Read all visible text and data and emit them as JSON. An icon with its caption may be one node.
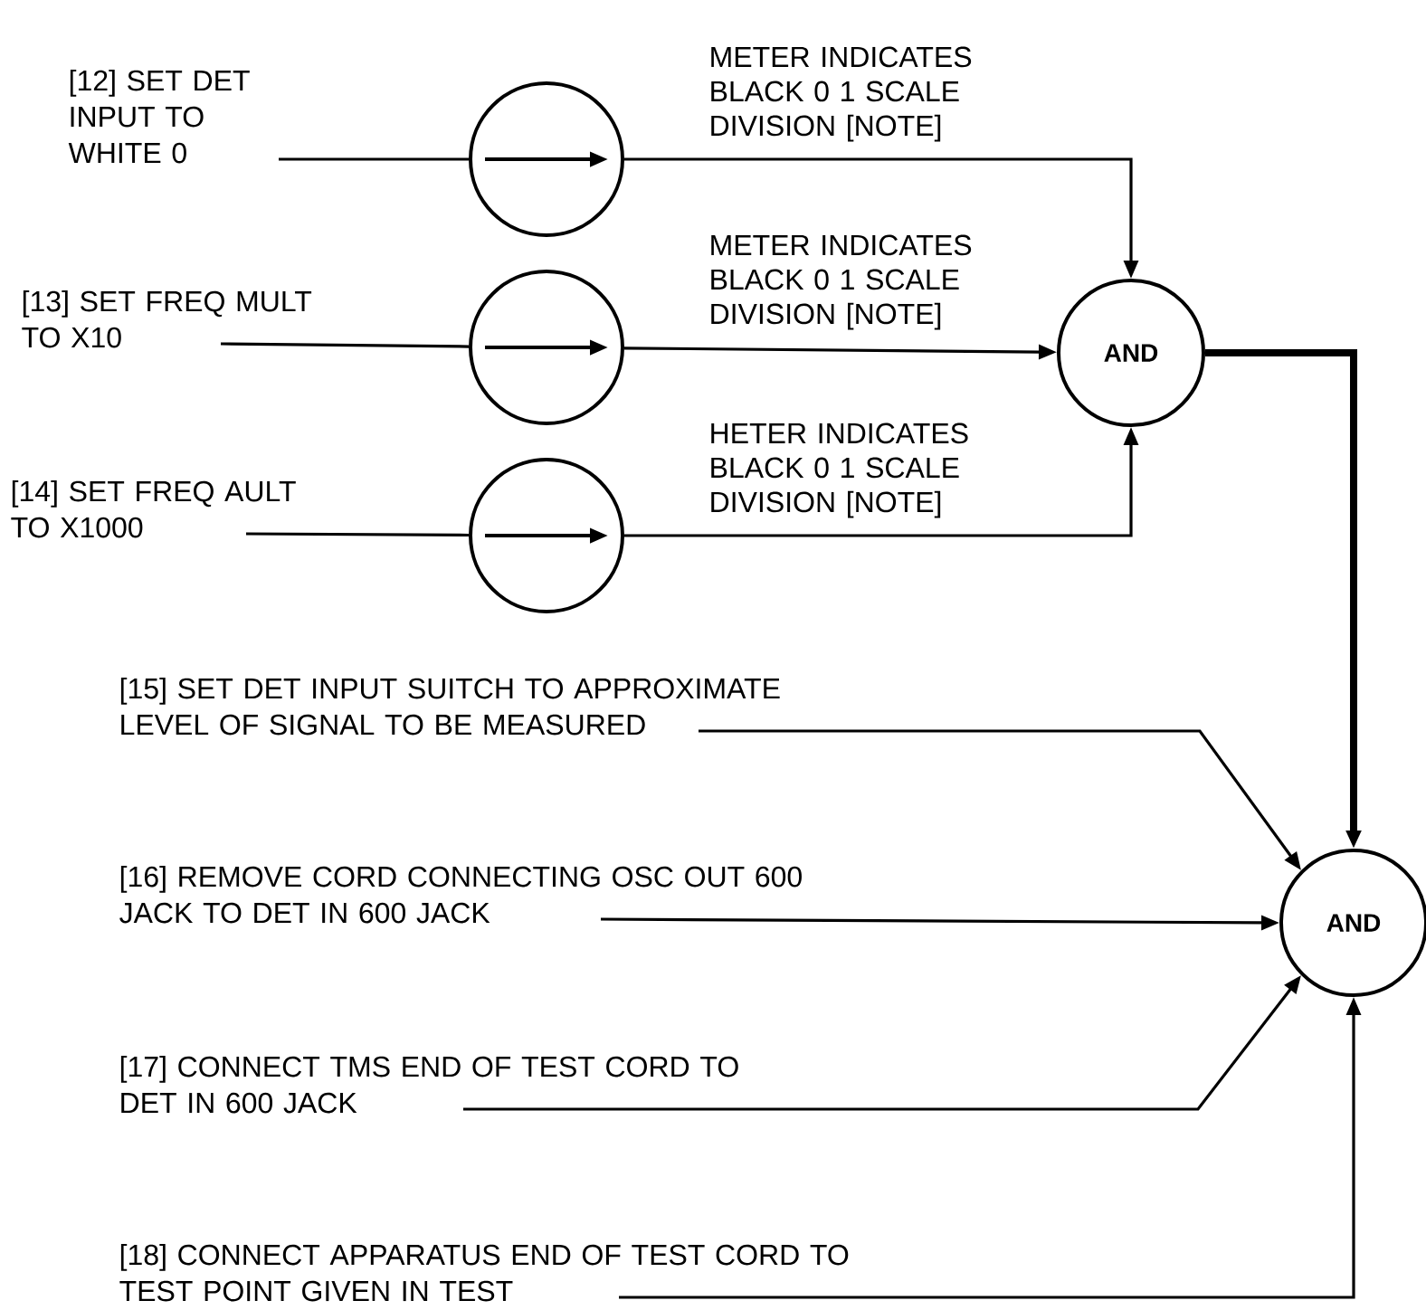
{
  "diagram": {
    "nodes": [
      {
        "text": [
          "[12] SET DET INPUT TO WHITE 0"
        ]
      },
      {
        "text": [],
        "shape": "circle"
      },
      {
        "text": [
          "[13] SET FREQ MULT TO X10"
        ]
      },
      {
        "text": [],
        "shape": "circle"
      },
      {
        "text": [
          "[14] SET FREQ AULT TO X1000"
        ]
      },
      {
        "text": [],
        "shape": "circle"
      },
      {
        "text": [
          "AND"
        ]
      },
      {
        "text": [
          "[15] SET DET INPUT SUITCH TO APPROXIMATE LEVEL OF SIGNAL TO BE MEASURED"
        ]
      },
      {
        "text": [
          "[16] REMOVE CORD CONNECTING OSC OUT 600 JACK TO DET IN 600 JACK"
        ]
      },
      {
        "text": [
          "[17] CONNECT TMS END OF TEST CORD TO DET IN 600 JACK"
        ]
      },
      {
        "text": [
          "[18] CONNECT APPARATUS END OF TEST CORD TO TEST POINT GIVEN IN TEST"
        ]
      },
      {
        "text": [
          "AND"
        ]
      }
    ],
    "edges": [
      {
        "from": 0,
        "to": 1,
        "arrow": "none"
      },
      {
        "from": 1,
        "to": 6,
        "arrow": "to",
        "label": "METER INDICATES BLACK 0 1 SCALE DIVISION [NOTE]"
      },
      {
        "from": 2,
        "to": 3,
        "arrow": "none"
      },
      {
        "from": 3,
        "to": 6,
        "arrow": "to",
        "label": "METER INDICATES BLACK 0 1 SCALE DIVISION [NOTE]"
      },
      {
        "from": 4,
        "to": 5,
        "arrow": "none"
      },
      {
        "from": 5,
        "to": 6,
        "arrow": "to",
        "label": "HETER INDICATES BLACK 0 1 SCALE DIVISION [NOTE]"
      },
      {
        "from": 6,
        "to": 11,
        "arrow": "to",
        "style": "thick"
      },
      {
        "from": 7,
        "to": 11,
        "arrow": "to"
      },
      {
        "from": 8,
        "to": 11,
        "arrow": "to"
      },
      {
        "from": 9,
        "to": 11,
        "arrow": "to"
      },
      {
        "from": 10,
        "to": 11,
        "arrow": "to"
      }
    ]
  }
}
